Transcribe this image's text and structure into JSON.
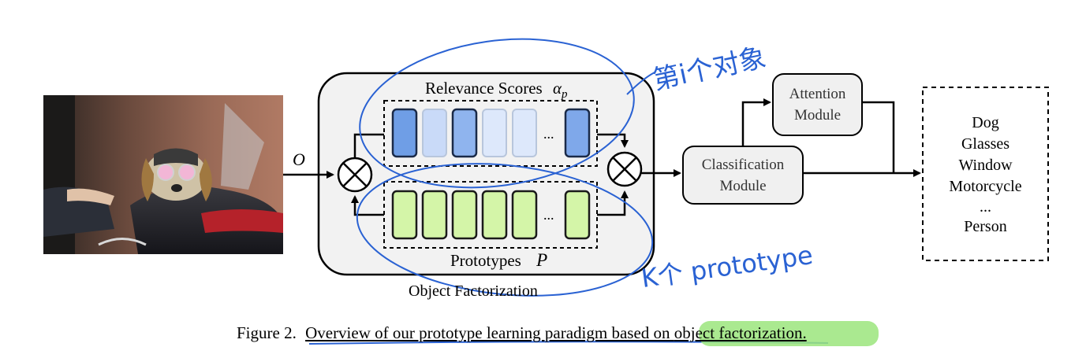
{
  "input_label": "O",
  "object_factorization": {
    "title": "Object Factorization",
    "relevance": {
      "label": "Relevance Scores",
      "symbol": "α",
      "symbol_sub": "p",
      "ellipsis": "..."
    },
    "prototypes": {
      "label": "Prototypes",
      "symbol": "P",
      "ellipsis": "..."
    }
  },
  "classification_module": {
    "line1": "Classification",
    "line2": "Module"
  },
  "attention_module": {
    "line1": "Attention",
    "line2": "Module"
  },
  "outputs": [
    "Dog",
    "Glasses",
    "Window",
    "Motorcycle",
    "...",
    "Person"
  ],
  "caption": {
    "prefix": "Figure 2.",
    "text_a": "Overview of our prototype learning paradigm based on ",
    "text_b": "object factorization."
  },
  "annotations": {
    "top_right": "第i个对象",
    "bottom_right": "K个 prototype"
  },
  "colors": {
    "relevance_cells": [
      "#6f9ee6",
      "#c9daf8",
      "#8fb4ee",
      "#dde8fb",
      "#dde8fb",
      "#7fa8ea"
    ],
    "prototype_cell": "#d4f5a8",
    "highlight": "#9be57c",
    "ink": "#2a62d3"
  }
}
